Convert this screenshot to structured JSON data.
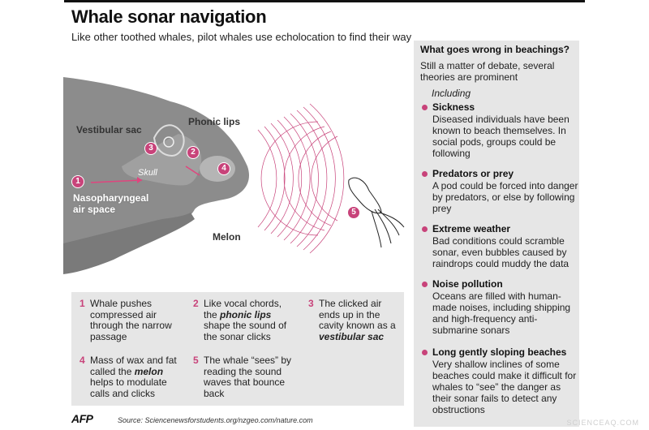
{
  "header": {
    "title": "Whale sonar navigation",
    "subtitle": "Like other toothed whales, pilot whales use echolocation to find their way"
  },
  "diagram": {
    "labels": {
      "vestibular_sac": "Vestibular sac",
      "phonic_lips": "Phonic lips",
      "skull": "Skull",
      "nasopharyngeal": "Nasopharyngeal air space",
      "melon": "Melon"
    },
    "badges": [
      "1",
      "2",
      "3",
      "4",
      "5"
    ]
  },
  "steps": [
    {
      "num": "1",
      "text": "Whale pushes compressed air through the narrow passage"
    },
    {
      "num": "2",
      "pre": "Like vocal chords, the ",
      "em": "phonic lips",
      "post": " shape the sound of the sonar clicks"
    },
    {
      "num": "3",
      "pre": "The clicked air ends up in the cavity known as a ",
      "em": "vestibular sac",
      "post": ""
    },
    {
      "num": "4",
      "pre": "Mass of wax and fat called the ",
      "em": "melon",
      "post": " helps to modulate calls and clicks"
    },
    {
      "num": "5",
      "text": "The whale “sees” by reading the sound waves that bounce back"
    }
  ],
  "footer": {
    "agency": "AFP",
    "source": "Source: Sciencenewsforstudents.org/nzgeo.com/nature.com"
  },
  "panel": {
    "heading": "What goes wrong in beachings?",
    "intro": "Still a matter of debate, several theories are prominent",
    "including": "Including",
    "causes": [
      {
        "title": "Sickness",
        "body": "Diseased individuals have been known to beach themselves. In social pods, groups could be following"
      },
      {
        "title": "Predators or prey",
        "body": "A pod could be forced into danger by predators, or else by following prey"
      },
      {
        "title": "Extreme weather",
        "body": "Bad conditions could scramble sonar, even bubbles caused by raindrops could muddy the data"
      },
      {
        "title": "Noise pollution",
        "body": "Oceans are filled with human-made noises, including shipping and high-frequency anti-submarine sonars"
      },
      {
        "title": "Long gently sloping beaches",
        "body": "Very shallow inclines of some beaches could make it difficult for whales to “see” the danger as their sonar fails to detect any obstructions"
      }
    ]
  },
  "watermark": "SCIENCEAQ.COM",
  "colors": {
    "accent": "#c8437a",
    "whale": "#8e8e8e",
    "panel_bg": "#e6e6e6"
  }
}
